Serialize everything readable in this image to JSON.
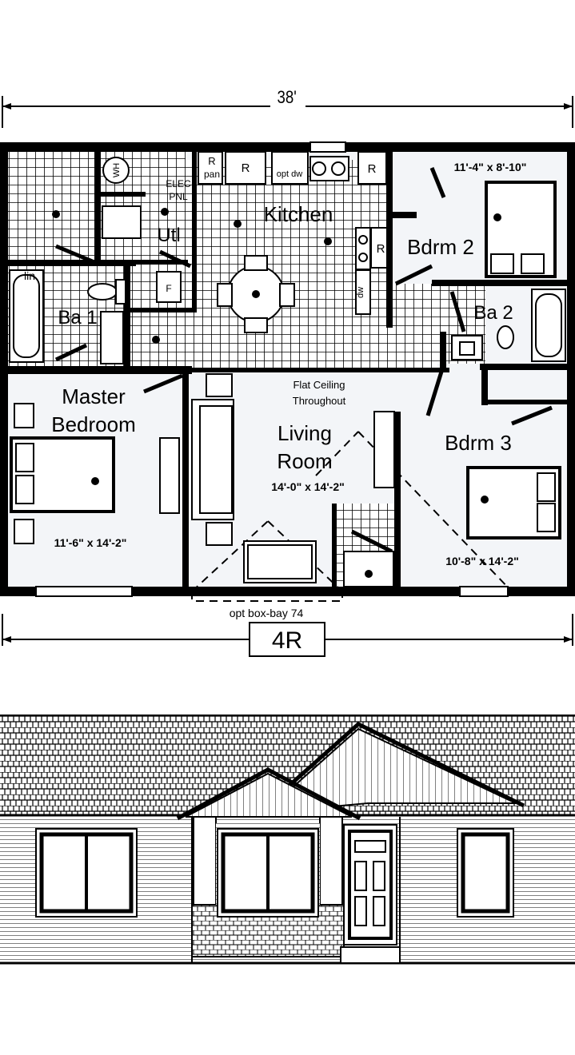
{
  "dimensions": {
    "overall_width": "38'",
    "model_name": "4R",
    "bay_note": "opt box-bay 74",
    "ceiling_note_line1": "Flat Ceiling",
    "ceiling_note_line2": "Throughout"
  },
  "rooms": {
    "kitchen": {
      "label": "Kitchen"
    },
    "utility": {
      "label": "Utl",
      "elec_line1": "ELEC",
      "elec_line2": "PNL",
      "wh": "WH"
    },
    "bath1": {
      "label": "Ba 1",
      "lin": "lin"
    },
    "bath2": {
      "label": "Ba 2"
    },
    "bedroom2": {
      "label": "Bdrm 2",
      "size": "11'-4\" x 8'-10\""
    },
    "bedroom3": {
      "label": "Bdrm 3",
      "size": "10'-8\" x 14'-2\""
    },
    "master": {
      "label_line1": "Master",
      "label_line2": "Bedroom",
      "size": "11'-6\" x 14'-2\""
    },
    "living": {
      "label_line1": "Living",
      "label_line2": "Room",
      "size": "14'-0\" x 14'-2\""
    }
  },
  "fixtures": {
    "range_pantry_r": "R",
    "range_pantry_pan": "pan",
    "range": "R",
    "opt_dw": "opt dw",
    "refrigerator_r": "R",
    "range2": "R",
    "dw": "dw",
    "furnace": "F"
  }
}
